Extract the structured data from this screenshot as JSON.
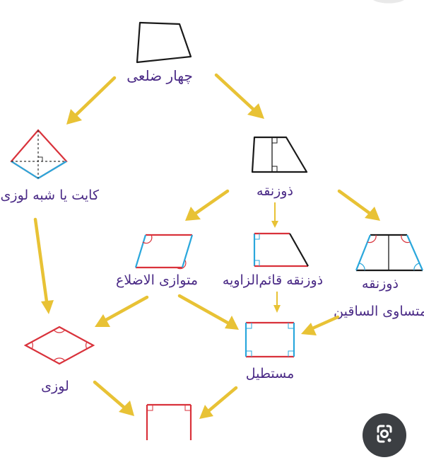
{
  "labels": {
    "quadrilateral": "چهار ضلعی",
    "kite": "کایت یا شبه لوزی",
    "trapezoid": "ذوزنقه",
    "parallelogram": "متوازی الاضلاع",
    "right_trapezoid": "ذوزنقه قائم‌الزاویه",
    "isosceles_line1": "ذوزنقه",
    "isosceles_line2": "متساوی الساقین",
    "rhombus": "لوزی",
    "rectangle": "مستطیل"
  },
  "colors": {
    "arrow": "#e8c235",
    "text": "#4a2a86",
    "red_edge": "#d9323b",
    "blue_edge": "#2aa7dc",
    "black_edge": "#1a1a1a"
  },
  "icons": {
    "lens_button": "google-lens-icon"
  }
}
